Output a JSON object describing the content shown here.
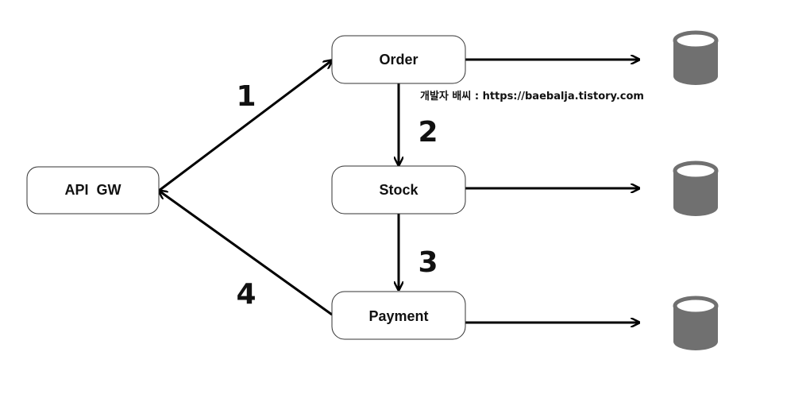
{
  "nodes": {
    "api_gw": "API  GW",
    "order": "Order",
    "stock": "Stock",
    "payment": "Payment"
  },
  "steps": [
    "1",
    "2",
    "3",
    "4"
  ],
  "watermark": "개발자 배씨 : https://baebalja.tistory.com",
  "colors": {
    "database": "#707070",
    "edge": "#000000",
    "box_border": "#333333"
  }
}
